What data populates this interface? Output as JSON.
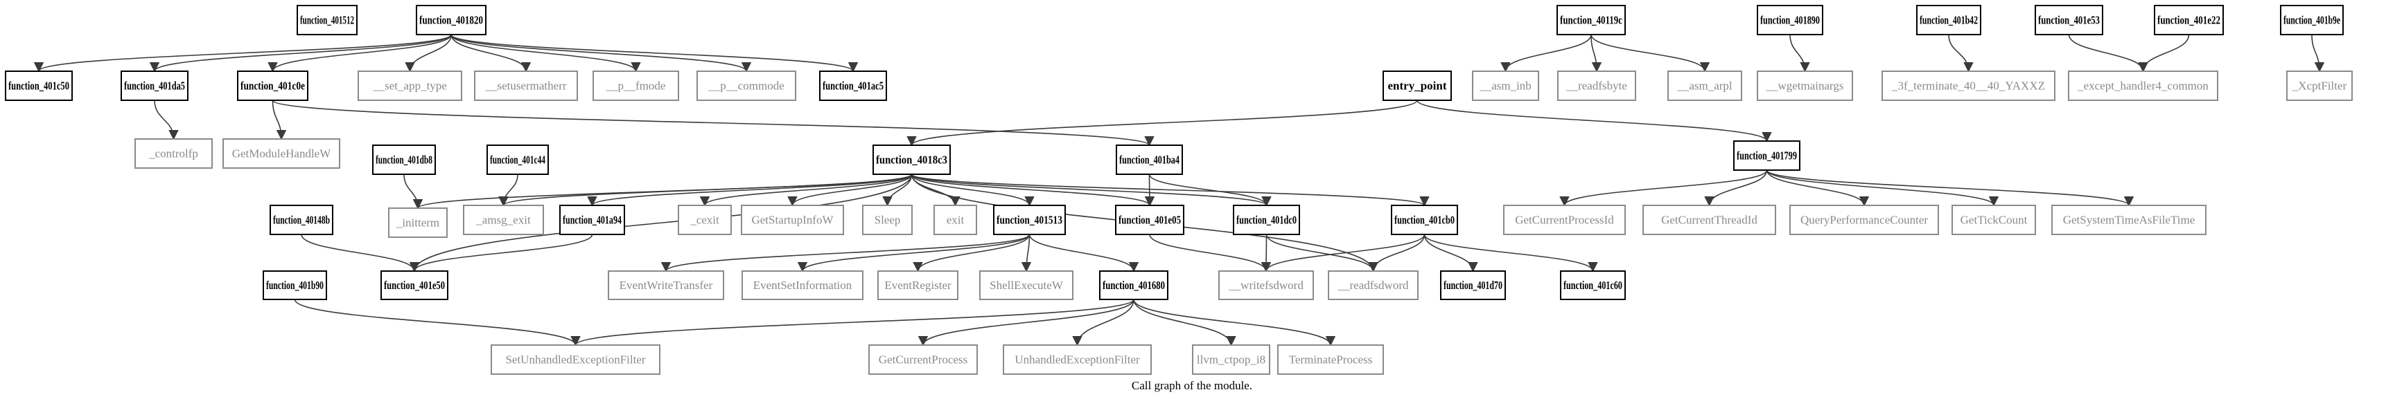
{
  "caption": "Call graph of the module.",
  "style": {
    "local_border": "#000000",
    "import_border": "#8a8a8a",
    "import_text": "#8a8a8a",
    "edge": "#3a3a3a"
  },
  "nodes": [
    {
      "id": "n401512",
      "label": "function_401512",
      "kind": "local"
    },
    {
      "id": "n401820",
      "label": "function_401820",
      "kind": "local"
    },
    {
      "id": "n40119c",
      "label": "function_40119c",
      "kind": "local"
    },
    {
      "id": "n401890",
      "label": "function_401890",
      "kind": "local"
    },
    {
      "id": "n401b42",
      "label": "function_401b42",
      "kind": "local"
    },
    {
      "id": "n401e53",
      "label": "function_401e53",
      "kind": "local"
    },
    {
      "id": "n401e22",
      "label": "function_401e22",
      "kind": "local"
    },
    {
      "id": "n401b9e",
      "label": "function_401b9e",
      "kind": "local"
    },
    {
      "id": "n401c50",
      "label": "function_401c50",
      "kind": "local"
    },
    {
      "id": "n401da5",
      "label": "function_401da5",
      "kind": "local"
    },
    {
      "id": "n401c0e",
      "label": "function_401c0e",
      "kind": "local"
    },
    {
      "id": "set_app_type",
      "label": "__set_app_type",
      "kind": "import"
    },
    {
      "id": "setusermatherr",
      "label": "__setusermatherr",
      "kind": "import"
    },
    {
      "id": "p_fmode",
      "label": "__p__fmode",
      "kind": "import"
    },
    {
      "id": "p_commode",
      "label": "__p__commode",
      "kind": "import"
    },
    {
      "id": "n401ac5",
      "label": "function_401ac5",
      "kind": "local"
    },
    {
      "id": "entry_point",
      "label": "entry_point",
      "kind": "local"
    },
    {
      "id": "asm_inb",
      "label": "__asm_inb",
      "kind": "import"
    },
    {
      "id": "readfsbyte",
      "label": "__readfsbyte",
      "kind": "import"
    },
    {
      "id": "asm_arpl",
      "label": "__asm_arpl",
      "kind": "import"
    },
    {
      "id": "wgetmainargs",
      "label": "__wgetmainargs",
      "kind": "import"
    },
    {
      "id": "terminate",
      "label": "_3f_terminate_40__40_YAXXZ",
      "kind": "import"
    },
    {
      "id": "except_handler4",
      "label": "_except_handler4_common",
      "kind": "import"
    },
    {
      "id": "xcptfilter",
      "label": "_XcptFilter",
      "kind": "import"
    },
    {
      "id": "controlfp",
      "label": "_controlfp",
      "kind": "import"
    },
    {
      "id": "getmodulehandlew",
      "label": "GetModuleHandleW",
      "kind": "import"
    },
    {
      "id": "n401db8",
      "label": "function_401db8",
      "kind": "local"
    },
    {
      "id": "n401c44",
      "label": "function_401c44",
      "kind": "local"
    },
    {
      "id": "n4018c3",
      "label": "function_4018c3",
      "kind": "local"
    },
    {
      "id": "n401ba4",
      "label": "function_401ba4",
      "kind": "local"
    },
    {
      "id": "n401799",
      "label": "function_401799",
      "kind": "local"
    },
    {
      "id": "getcurrentprocessid",
      "label": "GetCurrentProcessId",
      "kind": "import"
    },
    {
      "id": "getcurrentthreadid",
      "label": "GetCurrentThreadId",
      "kind": "import"
    },
    {
      "id": "queryperf",
      "label": "QueryPerformanceCounter",
      "kind": "import"
    },
    {
      "id": "gettickcount",
      "label": "GetTickCount",
      "kind": "import"
    },
    {
      "id": "getsystemtime",
      "label": "GetSystemTimeAsFileTime",
      "kind": "import"
    },
    {
      "id": "n40148b",
      "label": "function_40148b",
      "kind": "local"
    },
    {
      "id": "initterm",
      "label": "_initterm",
      "kind": "import"
    },
    {
      "id": "amsg_exit",
      "label": "_amsg_exit",
      "kind": "import"
    },
    {
      "id": "n401a94",
      "label": "function_401a94",
      "kind": "local"
    },
    {
      "id": "cexit",
      "label": "_cexit",
      "kind": "import"
    },
    {
      "id": "getstartupinfow",
      "label": "GetStartupInfoW",
      "kind": "import"
    },
    {
      "id": "sleep",
      "label": "Sleep",
      "kind": "import"
    },
    {
      "id": "exit",
      "label": "exit",
      "kind": "import"
    },
    {
      "id": "n401513",
      "label": "function_401513",
      "kind": "local"
    },
    {
      "id": "n401e05",
      "label": "function_401e05",
      "kind": "local"
    },
    {
      "id": "n401dc0",
      "label": "function_401dc0",
      "kind": "local"
    },
    {
      "id": "n401cb0",
      "label": "function_401cb0",
      "kind": "local"
    },
    {
      "id": "n401b90",
      "label": "function_401b90",
      "kind": "local"
    },
    {
      "id": "n401e50",
      "label": "function_401e50",
      "kind": "local"
    },
    {
      "id": "eventwritetransfer",
      "label": "EventWriteTransfer",
      "kind": "import"
    },
    {
      "id": "eventsetinformation",
      "label": "EventSetInformation",
      "kind": "import"
    },
    {
      "id": "eventregister",
      "label": "EventRegister",
      "kind": "import"
    },
    {
      "id": "shellexecutew",
      "label": "ShellExecuteW",
      "kind": "import"
    },
    {
      "id": "n401680",
      "label": "function_401680",
      "kind": "local"
    },
    {
      "id": "writefsdword",
      "label": "__writefsdword",
      "kind": "import"
    },
    {
      "id": "readfsdword",
      "label": "__readfsdword",
      "kind": "import"
    },
    {
      "id": "n401d70",
      "label": "function_401d70",
      "kind": "local"
    },
    {
      "id": "n401c60",
      "label": "function_401c60",
      "kind": "local"
    },
    {
      "id": "setunhandled",
      "label": "SetUnhandledExceptionFilter",
      "kind": "import"
    },
    {
      "id": "getcurrentprocess",
      "label": "GetCurrentProcess",
      "kind": "import"
    },
    {
      "id": "unhandledexceptionfilter",
      "label": "UnhandledExceptionFilter",
      "kind": "import"
    },
    {
      "id": "llvm_ctpop",
      "label": "llvm_ctpop_i8",
      "kind": "import"
    },
    {
      "id": "terminateprocess",
      "label": "TerminateProcess",
      "kind": "import"
    }
  ],
  "edges": [
    [
      "n401820",
      "n401c50"
    ],
    [
      "n401820",
      "n401da5"
    ],
    [
      "n401820",
      "n401c0e"
    ],
    [
      "n401820",
      "set_app_type"
    ],
    [
      "n401820",
      "setusermatherr"
    ],
    [
      "n401820",
      "p_fmode"
    ],
    [
      "n401820",
      "p_commode"
    ],
    [
      "n401820",
      "n401ac5"
    ],
    [
      "n40119c",
      "asm_inb"
    ],
    [
      "n40119c",
      "readfsbyte"
    ],
    [
      "n40119c",
      "asm_arpl"
    ],
    [
      "n401890",
      "wgetmainargs"
    ],
    [
      "n401b42",
      "terminate"
    ],
    [
      "n401e53",
      "except_handler4"
    ],
    [
      "n401e22",
      "except_handler4"
    ],
    [
      "n401b9e",
      "xcptfilter"
    ],
    [
      "n401da5",
      "controlfp"
    ],
    [
      "n401c0e",
      "getmodulehandlew"
    ],
    [
      "n401c0e",
      "n401ba4"
    ],
    [
      "entry_point",
      "n4018c3"
    ],
    [
      "entry_point",
      "n401799"
    ],
    [
      "n401799",
      "getcurrentprocessid"
    ],
    [
      "n401799",
      "getcurrentthreadid"
    ],
    [
      "n401799",
      "queryperf"
    ],
    [
      "n401799",
      "gettickcount"
    ],
    [
      "n401799",
      "getsystemtime"
    ],
    [
      "n401db8",
      "initterm"
    ],
    [
      "n401c44",
      "amsg_exit"
    ],
    [
      "n4018c3",
      "initterm"
    ],
    [
      "n4018c3",
      "amsg_exit"
    ],
    [
      "n4018c3",
      "n401a94"
    ],
    [
      "n4018c3",
      "cexit"
    ],
    [
      "n4018c3",
      "getstartupinfow"
    ],
    [
      "n4018c3",
      "sleep"
    ],
    [
      "n4018c3",
      "exit"
    ],
    [
      "n4018c3",
      "n401513"
    ],
    [
      "n4018c3",
      "n401e05"
    ],
    [
      "n4018c3",
      "n401dc0"
    ],
    [
      "n4018c3",
      "n401cb0"
    ],
    [
      "n4018c3",
      "readfsdword"
    ],
    [
      "n4018c3",
      "n401e50"
    ],
    [
      "n401ba4",
      "n401e05"
    ],
    [
      "n401ba4",
      "n401dc0"
    ],
    [
      "n40148b",
      "n401e50"
    ],
    [
      "n401a94",
      "n401e50"
    ],
    [
      "n401513",
      "eventwritetransfer"
    ],
    [
      "n401513",
      "eventsetinformation"
    ],
    [
      "n401513",
      "eventregister"
    ],
    [
      "n401513",
      "shellexecutew"
    ],
    [
      "n401513",
      "n401680"
    ],
    [
      "n401e05",
      "writefsdword"
    ],
    [
      "n401dc0",
      "writefsdword"
    ],
    [
      "n401dc0",
      "readfsdword"
    ],
    [
      "n401cb0",
      "writefsdword"
    ],
    [
      "n401cb0",
      "readfsdword"
    ],
    [
      "n401cb0",
      "n401d70"
    ],
    [
      "n401cb0",
      "n401c60"
    ],
    [
      "n401b90",
      "setunhandled"
    ],
    [
      "n401680",
      "setunhandled"
    ],
    [
      "n401680",
      "getcurrentprocess"
    ],
    [
      "n401680",
      "unhandledexceptionfilter"
    ],
    [
      "n401680",
      "llvm_ctpop"
    ],
    [
      "n401680",
      "terminateprocess"
    ]
  ]
}
